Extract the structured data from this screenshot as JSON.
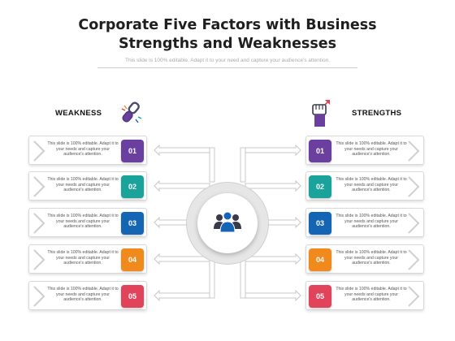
{
  "title_line1": "Corporate Five Factors with Business",
  "title_line2": "Strengths and Weaknesses",
  "subtitle": "This slide is 100% editable. Adapt it to your need and capture your audience's attention.",
  "left_heading": "WEAKNESS",
  "right_heading": "STRENGTHS",
  "icons": {
    "left": "broken-chain-icon",
    "right": "fist-power-icon",
    "center": "team-group-icon"
  },
  "weaknesses": [
    {
      "number": "01",
      "text": "This slide is 100% editable. Adapt it to your needs and capture your audience's attention.",
      "color": "#6b3fa0"
    },
    {
      "number": "02",
      "text": "This slide is 100% editable. Adapt it to your needs and capture your audience's attention.",
      "color": "#1aa39a"
    },
    {
      "number": "03",
      "text": "This slide is 100% editable. Adapt it to your needs and capture your audience's attention.",
      "color": "#1565b5"
    },
    {
      "number": "04",
      "text": "This slide is 100% editable. Adapt it to your needs and capture your audience's attention.",
      "color": "#f08a1c"
    },
    {
      "number": "05",
      "text": "This slide is 100% editable. Adapt it to your needs and capture your audience's attention.",
      "color": "#e0435a"
    }
  ],
  "strengths": [
    {
      "number": "01",
      "text": "This slide is 100% editable. Adapt it to your needs and capture your audience's attention.",
      "color": "#6b3fa0"
    },
    {
      "number": "02",
      "text": "This slide is 100% editable. Adapt it to your needs and capture your audience's attention.",
      "color": "#1aa39a"
    },
    {
      "number": "03",
      "text": "This slide is 100% editable. Adapt it to your needs and capture your audience's attention.",
      "color": "#1565b5"
    },
    {
      "number": "04",
      "text": "This slide is 100% editable. Adapt it to your needs and capture your audience's attention.",
      "color": "#f08a1c"
    },
    {
      "number": "05",
      "text": "This slide is 100% editable. Adapt it to your needs and capture your audience's attention.",
      "color": "#e0435a"
    }
  ]
}
